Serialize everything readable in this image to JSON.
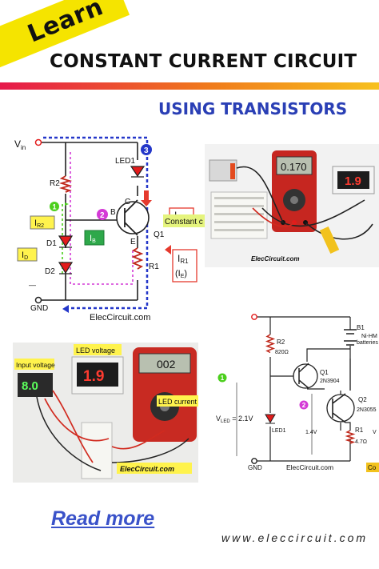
{
  "header": {
    "badge": "Learn",
    "title": "CONSTANT CURRENT CIRCUIT",
    "subtitle": "USING TRANSISTORS"
  },
  "diagram1": {
    "vin_label": "V",
    "vin_sub": "in",
    "r2": "R2",
    "ir2": "I",
    "ir2_sub": "R2",
    "led1": "LED1",
    "c": "C",
    "b": "B",
    "e": "E",
    "q1": "Q1",
    "ic": "I",
    "ic_sub": "C",
    "ib": "I",
    "ib_sub": "B",
    "d1": "D1",
    "d2": "D2",
    "id": "I",
    "id_sub": "D",
    "r1": "R1",
    "ir1": "I",
    "ir1_sub": "R1",
    "ie": "(I",
    "ie_sub": "E",
    "ie_close": ")",
    "constant": "Constant c",
    "gnd": "GND",
    "credit": "ElecCircuit.com",
    "marker1": "1",
    "marker2": "2",
    "marker3": "3"
  },
  "photo1": {
    "meter_reading": "0.170",
    "panel_reading": "1.9",
    "credit": "ElecCircuit.com"
  },
  "photo2": {
    "input_voltage": "Input voltage",
    "input_reading": "8.0",
    "led_voltage": "LED voltage",
    "led_reading": "1.9",
    "meter_reading": "002",
    "led_current": "LED current",
    "credit": "ElecCircuit.com"
  },
  "diagram2": {
    "r2": "R2",
    "r2_val": "820Ω",
    "b1": "B1",
    "batt1": "Ni-HM",
    "batt2": "batteries",
    "q1": "Q1",
    "q1_part": "2N3904",
    "q2": "Q2",
    "q2_part": "2N3055",
    "vled": "V",
    "vled_sub": "LED",
    "vled_val": " = 2.1V",
    "led1": "LED1",
    "v14": "1.4V",
    "r1": "R1",
    "r1_val": "4.7Ω",
    "vt": "V",
    "gnd": "GND",
    "credit": "ElecCircuit.com",
    "co": "Co",
    "marker1": "1",
    "marker2": "2"
  },
  "footer": {
    "read_more": "Read more",
    "website": "www.eleccircuit.com"
  },
  "colors": {
    "banner_yellow": "#f5e400",
    "title_blue": "#2a3fb5",
    "link_blue": "#3a52c9",
    "marker_green": "#4ccf1d",
    "marker_magenta": "#d43ad6",
    "marker_blue": "#2437c9",
    "label_yellow": "#fff34d",
    "label_red": "#e53a2e",
    "label_green": "#2ea84a"
  }
}
